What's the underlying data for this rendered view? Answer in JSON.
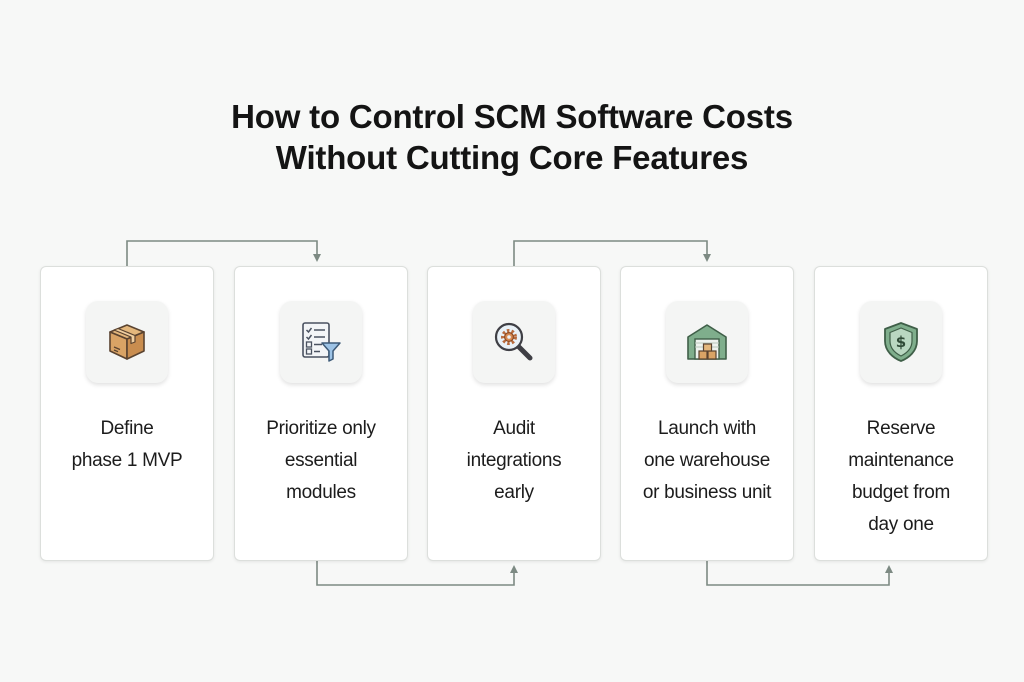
{
  "title": {
    "line1": "How to Control SCM Software Costs",
    "line2": "Without Cutting Core Features"
  },
  "colors": {
    "background": "#f7f8f7",
    "card": "#ffffff",
    "connector": "#7d8a83",
    "accent_green": "#7fae8c"
  },
  "steps": [
    {
      "label": "Define\nphase 1 MVP",
      "icon": "cardboard-box-icon"
    },
    {
      "label": "Prioritize only\nessential\nmodules",
      "icon": "checklist-funnel-icon"
    },
    {
      "label": "Audit\nintegrations\nearly",
      "icon": "magnifier-gear-icon"
    },
    {
      "label": "Launch with\none warehouse\nor business unit",
      "icon": "warehouse-icon"
    },
    {
      "label": "Reserve\nmaintenance\nbudget from\nday one",
      "icon": "dollar-shield-icon"
    }
  ]
}
